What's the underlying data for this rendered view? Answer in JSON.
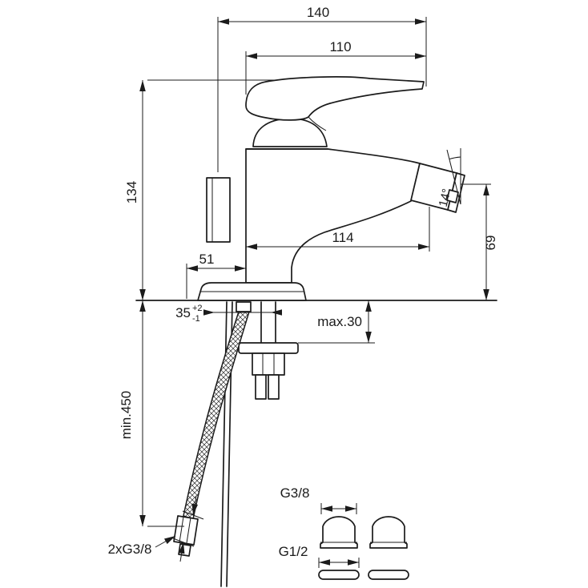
{
  "meta": {
    "background_color": "#ffffff",
    "line_color": "#1b1b1b"
  },
  "diagram": {
    "kind": "technical-dimension-drawing",
    "labels": {
      "overall_depth": "140",
      "handle_reach": "110",
      "body_height": "134",
      "spout_depth": "114",
      "base_depth": "51",
      "hole_diameter": "35",
      "hole_tol_plus": "+2",
      "hole_tol_minus": "-1",
      "deck_thickness_max": "max.30",
      "outlet_height": "69",
      "outlet_angle": "14°",
      "hose_min_length": "min.450",
      "hose_connection": "2xG3/8",
      "fitting_small_thread": "G3/8",
      "fitting_large_thread": "G1/2"
    }
  }
}
